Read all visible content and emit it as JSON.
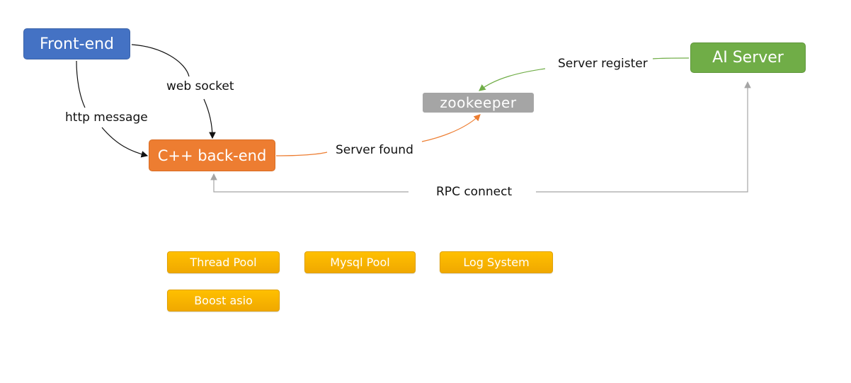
{
  "nodes": {
    "frontend": "Front-end",
    "backend": "C++ back-end",
    "zookeeper": "zookeeper",
    "ai_server": "AI Server"
  },
  "edges": {
    "web_socket": "web socket",
    "http_message": "http message",
    "server_found": "Server found",
    "server_register": "Server register",
    "rpc_connect": "RPC connect"
  },
  "components": {
    "thread_pool": "Thread Pool",
    "mysql_pool": "Mysql Pool",
    "log_system": "Log System",
    "boost_asio": "Boost asio"
  },
  "colors": {
    "frontend": "#4472c4",
    "backend": "#ed7d31",
    "zookeeper": "#a5a5a5",
    "ai_server": "#70ad47",
    "components": "#ffc000"
  }
}
